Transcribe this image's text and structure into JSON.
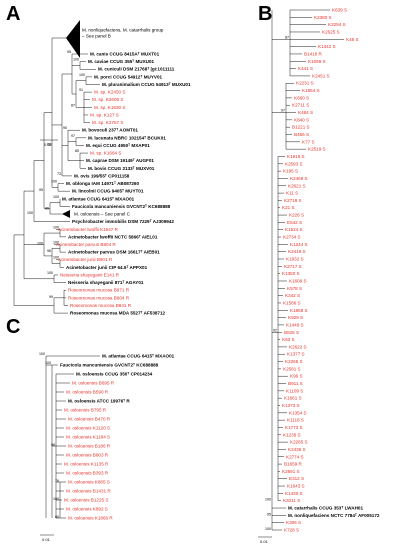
{
  "panels": [
    {
      "label": "A",
      "scale_label": "0.02",
      "leaves": [
        {
          "text": "M. nonliquefaciens, M. catarrhalis group",
          "color": "#000000",
          "bold": false
        },
        {
          "text": "– See panel B",
          "color": "#000000",
          "bold": false
        },
        {
          "text": "M. canis CCUG 8415Aᵀ MUXT01",
          "color": "#000000",
          "bold": true
        },
        {
          "text": "M. caviae CCUG 355ᵀ MUXU01",
          "color": "#000000",
          "bold": true
        },
        {
          "text": "M. cuniculi DSM 21768ᵀ |gi:1011111",
          "color": "#000000",
          "bold": true
        },
        {
          "text": "M. porci CCUG 54912ᵀ MUYV01",
          "color": "#000000",
          "bold": true
        },
        {
          "text": "M. pluranimalium CCUG 54913ᵀ MUXU01",
          "color": "#000000",
          "bold": true
        },
        {
          "text": "M. sp. K2450 S",
          "color": "#e8332b",
          "bold": false
        },
        {
          "text": "M. sp. K2606 S",
          "color": "#e8332b",
          "bold": false
        },
        {
          "text": "M. sp. K1630 S",
          "color": "#e8332b",
          "bold": false
        },
        {
          "text": "M. sp. K127 S",
          "color": "#e8332b",
          "bold": false
        },
        {
          "text": "M. sp. K2757 S",
          "color": "#e8332b",
          "bold": false
        },
        {
          "text": "M. bovoculi 237ᵀ AOMT01",
          "color": "#000000",
          "bold": true
        },
        {
          "text": "M. lacunata NBRC 102154ᵀ BCUK01",
          "color": "#000000",
          "bold": true
        },
        {
          "text": "M. equi CCUG 4950ᵀ MXAP01",
          "color": "#000000",
          "bold": true
        },
        {
          "text": "M. sp. K1664 S",
          "color": "#e8332b",
          "bold": false
        },
        {
          "text": "M. caprae DSM 19149ᵀ AUGF01",
          "color": "#000000",
          "bold": true
        },
        {
          "text": "M. bovis CCUG 2133ᵀ MUXV01",
          "color": "#000000",
          "bold": true
        },
        {
          "text": "M. ovis 199/55ᵀ CP011158",
          "color": "#000000",
          "bold": true
        },
        {
          "text": "M. oblonga IAM 14971ᵀ AB087260",
          "color": "#000000",
          "bold": true
        },
        {
          "text": "M. lincolnii CCUG 9405ᵀ MUYT01",
          "color": "#000000",
          "bold": true
        },
        {
          "text": "M. atlantae CCUG 6415ᵀ MXAO01",
          "color": "#000000",
          "bold": true
        },
        {
          "text": "Faucicola mancuniensis GVCNT2ᵀ KC688888",
          "color": "#000000",
          "bold": true
        },
        {
          "text": "M. osloensis – See panel C",
          "color": "#000000",
          "bold": false
        },
        {
          "text": "Psychrobacter immobilis DSM 7229ᵀ AJ309942",
          "color": "#000000",
          "bold": true
        },
        {
          "text": "Acinetobacter lwoffii K1947 R",
          "color": "#e8332b",
          "bold": false
        },
        {
          "text": "Acinetobacter lwoffii NCTC 5866ᵀ AIEL01",
          "color": "#000000",
          "bold": true
        },
        {
          "text": "Acinetobacter parvus B804 R",
          "color": "#e8332b",
          "bold": false
        },
        {
          "text": "Acinetobacter parvus DSM 16617ᵀ AIEB01",
          "color": "#000000",
          "bold": true
        },
        {
          "text": "Acinetobacter junii B601 R",
          "color": "#e8332b",
          "bold": false
        },
        {
          "text": "Acinetobacter junii CIP 64.5ᵀ APPX01",
          "color": "#000000",
          "bold": true
        },
        {
          "text": "Neisseria shayeganii E141 R",
          "color": "#e8332b",
          "bold": false
        },
        {
          "text": "Neisseria shayeganii 871ᵀ AGAY01",
          "color": "#000000",
          "bold": true
        },
        {
          "text": "Roseomonas mucosa B971 R",
          "color": "#e8332b",
          "bold": false
        },
        {
          "text": "Roseomonas mucosa B604 R",
          "color": "#e8332b",
          "bold": false
        },
        {
          "text": "Roseomonas mucosa B841 R",
          "color": "#e8332b",
          "bold": false
        },
        {
          "text": "Roseomonas mucosa MDA 5527ᵀ AF538712",
          "color": "#000000",
          "bold": true
        }
      ],
      "bootstraps": [
        "100",
        "100",
        "91",
        "87",
        "95",
        "97",
        "85",
        "90",
        "73",
        "100",
        "99",
        "100",
        "86",
        "95",
        "100",
        "100",
        "100",
        "100",
        "96",
        "100",
        "100",
        "99"
      ]
    },
    {
      "label": "B",
      "scale_label": "0.01",
      "leaves": [
        {
          "text": "K639 S",
          "color": "#e8332b",
          "bold": false
        },
        {
          "text": "K2380 S",
          "color": "#e8332b",
          "bold": false
        },
        {
          "text": "K2294 S",
          "color": "#e8332b",
          "bold": false
        },
        {
          "text": "K2625 S",
          "color": "#e8332b",
          "bold": false
        },
        {
          "text": "K48 S",
          "color": "#e8332b",
          "bold": false
        },
        {
          "text": "K1442 S",
          "color": "#e8332b",
          "bold": false
        },
        {
          "text": "B1418 R",
          "color": "#e8332b",
          "bold": false
        },
        {
          "text": "K1059 S",
          "color": "#e8332b",
          "bold": false
        },
        {
          "text": "K441 S",
          "color": "#e8332b",
          "bold": false
        },
        {
          "text": "K2451 S",
          "color": "#e8332b",
          "bold": false
        },
        {
          "text": "K2231 S",
          "color": "#e8332b",
          "bold": false
        },
        {
          "text": "K1854 S",
          "color": "#e8332b",
          "bold": false
        },
        {
          "text": "K660 S",
          "color": "#e8332b",
          "bold": false
        },
        {
          "text": "K2711 S",
          "color": "#e8332b",
          "bold": false
        },
        {
          "text": "K484 S",
          "color": "#e8332b",
          "bold": false
        },
        {
          "text": "K840 S",
          "color": "#e8332b",
          "bold": false
        },
        {
          "text": "B1221 S",
          "color": "#e8332b",
          "bold": false
        },
        {
          "text": "B456 S",
          "color": "#e8332b",
          "bold": false
        },
        {
          "text": "K77 S",
          "color": "#e8332b",
          "bold": false
        },
        {
          "text": "K2519 S",
          "color": "#e8332b",
          "bold": false
        },
        {
          "text": "K1916 S",
          "color": "#e8332b",
          "bold": false
        },
        {
          "text": "K2593 S",
          "color": "#e8332b",
          "bold": false
        },
        {
          "text": "K195 S",
          "color": "#e8332b",
          "bold": false
        },
        {
          "text": "K2469 S",
          "color": "#e8332b",
          "bold": false
        },
        {
          "text": "K2621 S",
          "color": "#e8332b",
          "bold": false
        },
        {
          "text": "K11 S",
          "color": "#e8332b",
          "bold": false
        },
        {
          "text": "K2718 S",
          "color": "#e8332b",
          "bold": false
        },
        {
          "text": "K21 S",
          "color": "#e8332b",
          "bold": false
        },
        {
          "text": "K226 S",
          "color": "#e8332b",
          "bold": false
        },
        {
          "text": "E542 S",
          "color": "#e8332b",
          "bold": false
        },
        {
          "text": "K1524 S",
          "color": "#e8332b",
          "bold": false
        },
        {
          "text": "K2734 S",
          "color": "#e8332b",
          "bold": false
        },
        {
          "text": "K1244 S",
          "color": "#e8332b",
          "bold": false
        },
        {
          "text": "K2419 S",
          "color": "#e8332b",
          "bold": false
        },
        {
          "text": "K1932 S",
          "color": "#e8332b",
          "bold": false
        },
        {
          "text": "K2717 S",
          "color": "#e8332b",
          "bold": false
        },
        {
          "text": "K1350 S",
          "color": "#e8332b",
          "bold": false
        },
        {
          "text": "K1609 S",
          "color": "#e8332b",
          "bold": false
        },
        {
          "text": "K578 S",
          "color": "#e8332b",
          "bold": false
        },
        {
          "text": "K342 S",
          "color": "#e8332b",
          "bold": false
        },
        {
          "text": "K1586 S",
          "color": "#e8332b",
          "bold": false
        },
        {
          "text": "K1858 S",
          "color": "#e8332b",
          "bold": false
        },
        {
          "text": "K929 S",
          "color": "#e8332b",
          "bold": false
        },
        {
          "text": "K1449 S",
          "color": "#e8332b",
          "bold": false
        },
        {
          "text": "B825 S",
          "color": "#e8332b",
          "bold": false
        },
        {
          "text": "K63 S",
          "color": "#e8332b",
          "bold": false
        },
        {
          "text": "K2622 S",
          "color": "#e8332b",
          "bold": false
        },
        {
          "text": "K1377 S",
          "color": "#e8332b",
          "bold": false
        },
        {
          "text": "K2265 S",
          "color": "#e8332b",
          "bold": false
        },
        {
          "text": "K2581 S",
          "color": "#e8332b",
          "bold": false
        },
        {
          "text": "K96 S",
          "color": "#e8332b",
          "bold": false
        },
        {
          "text": "B911 S",
          "color": "#e8332b",
          "bold": false
        },
        {
          "text": "K1109 S",
          "color": "#e8332b",
          "bold": false
        },
        {
          "text": "K1661 S",
          "color": "#e8332b",
          "bold": false
        },
        {
          "text": "K1373 S",
          "color": "#e8332b",
          "bold": false
        },
        {
          "text": "K1354 S",
          "color": "#e8332b",
          "bold": false
        },
        {
          "text": "K1118 S",
          "color": "#e8332b",
          "bold": false
        },
        {
          "text": "K1773 S",
          "color": "#e8332b",
          "bold": false
        },
        {
          "text": "K1238 S",
          "color": "#e8332b",
          "bold": false
        },
        {
          "text": "K2265 S",
          "color": "#e8332b",
          "bold": false
        },
        {
          "text": "K2436 S",
          "color": "#e8332b",
          "bold": false
        },
        {
          "text": "K2774 S",
          "color": "#e8332b",
          "bold": false
        },
        {
          "text": "B1659 R",
          "color": "#e8332b",
          "bold": false
        },
        {
          "text": "K2891 S",
          "color": "#e8332b",
          "bold": false
        },
        {
          "text": "E312 S",
          "color": "#e8332b",
          "bold": false
        },
        {
          "text": "K1643 S",
          "color": "#e8332b",
          "bold": false
        },
        {
          "text": "K1430 S",
          "color": "#e8332b",
          "bold": false
        },
        {
          "text": "K3211 S",
          "color": "#e8332b",
          "bold": false
        },
        {
          "text": "M. catarrhalis CCUG 353ᵀ LWAH01",
          "color": "#000000",
          "bold": true
        },
        {
          "text": "M. nonliquefaciens NCTC 7784ᵀ AF005172",
          "color": "#000000",
          "bold": true
        },
        {
          "text": "K306 S",
          "color": "#e8332b",
          "bold": false
        },
        {
          "text": "K728 S",
          "color": "#e8332b",
          "bold": false
        }
      ],
      "bootstraps": [
        "87",
        "97",
        "92",
        "100",
        "95",
        "100"
      ]
    },
    {
      "label": "C",
      "scale_label": "0.01",
      "leaves": [
        {
          "text": "M. atlantae CCUG 6415ᵀ MXAO01",
          "color": "#000000",
          "bold": true
        },
        {
          "text": "Faucicola mancuniensis GVCNT2ᵀ KC688888",
          "color": "#000000",
          "bold": true
        },
        {
          "text": "M. osloensis CCUG 350ᵀ CP014234",
          "color": "#000000",
          "bold": true
        },
        {
          "text": "M. osloensis B695 R",
          "color": "#e8332b",
          "bold": false
        },
        {
          "text": "M. osloensis B590 R",
          "color": "#e8332b",
          "bold": false
        },
        {
          "text": "M. osloensis ATCC 19976ᵀ R",
          "color": "#000000",
          "bold": true
        },
        {
          "text": "M. osloensis B795 R",
          "color": "#e8332b",
          "bold": false
        },
        {
          "text": "M. osloensis B470 R",
          "color": "#e8332b",
          "bold": false
        },
        {
          "text": "M. osloensis K1120 S",
          "color": "#e8332b",
          "bold": false
        },
        {
          "text": "M. osloensis K1184 S",
          "color": "#e8332b",
          "bold": false
        },
        {
          "text": "M. osloensis B186 R",
          "color": "#e8332b",
          "bold": false
        },
        {
          "text": "M. osloensis B803 R",
          "color": "#e8332b",
          "bold": false
        },
        {
          "text": "M. osloensis K1135 R",
          "color": "#e8332b",
          "bold": false
        },
        {
          "text": "M. osloensis B393 R",
          "color": "#e8332b",
          "bold": false
        },
        {
          "text": "M. osloensis K885 S",
          "color": "#e8332b",
          "bold": false
        },
        {
          "text": "M. osloensis B1431 R",
          "color": "#e8332b",
          "bold": false
        },
        {
          "text": "M. osloensis B1225 S",
          "color": "#e8332b",
          "bold": false
        },
        {
          "text": "M. osloensis K892 S",
          "color": "#e8332b",
          "bold": false
        },
        {
          "text": "M. osloensis K1866 R",
          "color": "#e8332b",
          "bold": false
        }
      ],
      "bootstraps": [
        "100",
        "100",
        "98",
        "76",
        "100",
        "80"
      ]
    }
  ]
}
